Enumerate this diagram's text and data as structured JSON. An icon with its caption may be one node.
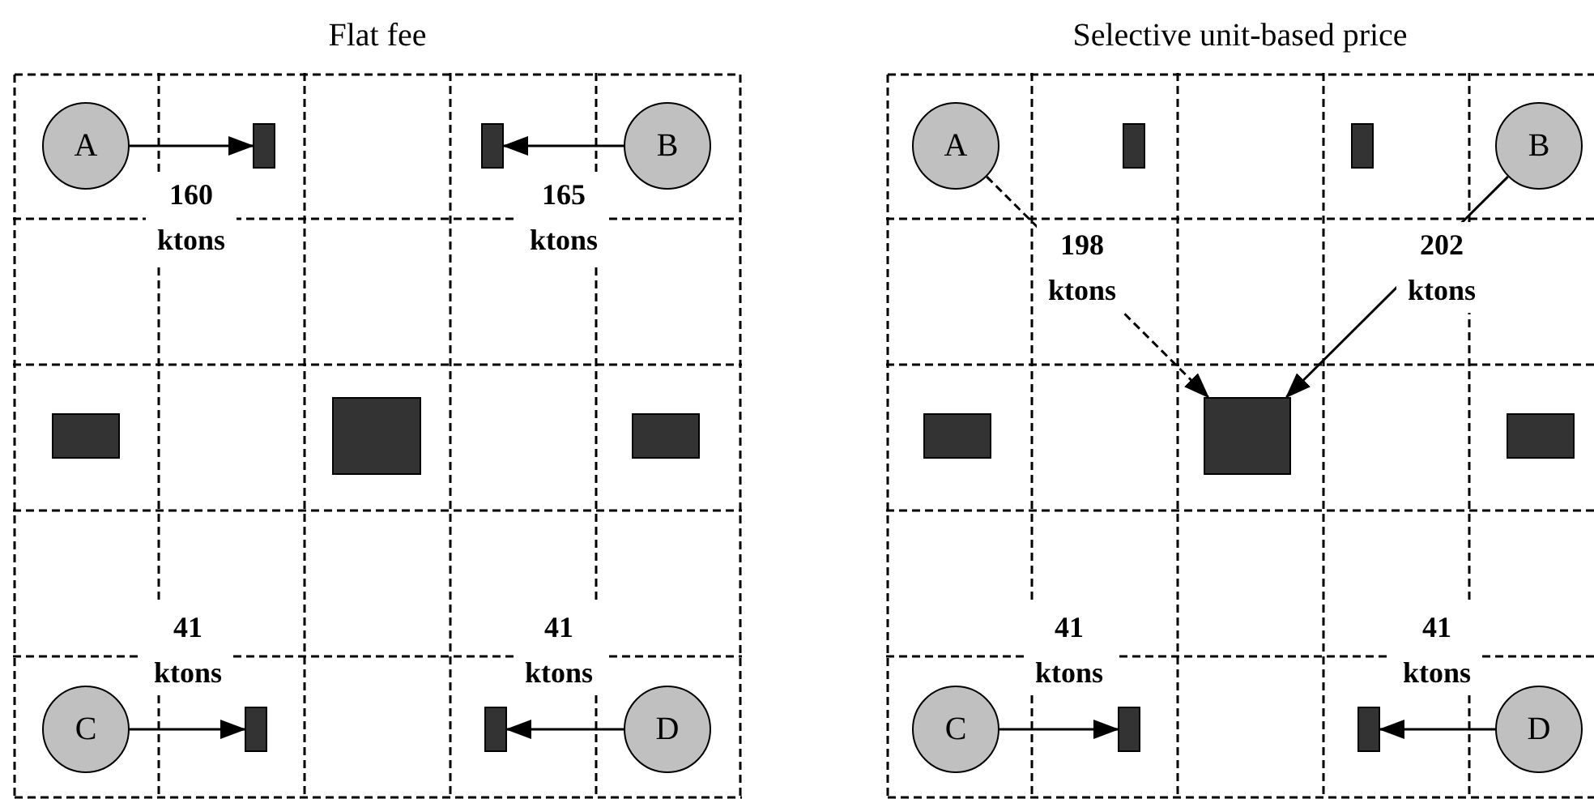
{
  "diagram": {
    "nodes": [
      {
        "text": [
          "Flat fee"
        ]
      },
      {
        "text": [
          "A"
        ],
        "in": 0
      },
      {
        "text": [],
        "shape": "box",
        "in": 0
      },
      {
        "text": [],
        "shape": "box",
        "in": 0
      },
      {
        "text": [
          "B"
        ],
        "in": 0
      },
      {
        "text": [],
        "shape": "box",
        "in": 0
      },
      {
        "text": [],
        "shape": "box",
        "in": 0
      },
      {
        "text": [],
        "shape": "box",
        "in": 0
      },
      {
        "text": [
          "C"
        ],
        "in": 0
      },
      {
        "text": [],
        "shape": "box",
        "in": 0
      },
      {
        "text": [],
        "shape": "box",
        "in": 0
      },
      {
        "text": [
          "D"
        ],
        "in": 0
      },
      {
        "text": [
          "Selective unit-based price"
        ]
      },
      {
        "text": [
          "A"
        ],
        "in": 12
      },
      {
        "text": [],
        "shape": "box",
        "in": 12
      },
      {
        "text": [],
        "shape": "box",
        "in": 12
      },
      {
        "text": [
          "B"
        ],
        "in": 12
      },
      {
        "text": [],
        "shape": "box",
        "in": 12
      },
      {
        "text": [],
        "shape": "box",
        "in": 12
      },
      {
        "text": [],
        "shape": "box",
        "in": 12
      },
      {
        "text": [
          "C"
        ],
        "in": 12
      },
      {
        "text": [],
        "shape": "box",
        "in": 12
      },
      {
        "text": [],
        "shape": "box",
        "in": 12
      },
      {
        "text": [
          "D"
        ],
        "in": 12
      }
    ],
    "edges": [
      {
        "from": 1,
        "to": 2,
        "arrow": "to",
        "label": "160 ktons"
      },
      {
        "from": 4,
        "to": 3,
        "arrow": "to",
        "label": "165 ktons"
      },
      {
        "from": 8,
        "to": 9,
        "arrow": "to",
        "label": "41 ktons"
      },
      {
        "from": 11,
        "to": 10,
        "arrow": "to",
        "label": "41 ktons"
      },
      {
        "from": 13,
        "to": 18,
        "arrow": "to",
        "label": "198 ktons",
        "style": "dashed"
      },
      {
        "from": 16,
        "to": 18,
        "arrow": "to",
        "label": "202 ktons"
      },
      {
        "from": 20,
        "to": 21,
        "arrow": "to",
        "label": "41 ktons"
      },
      {
        "from": 23,
        "to": 22,
        "arrow": "to",
        "label": "41 ktons"
      }
    ]
  }
}
